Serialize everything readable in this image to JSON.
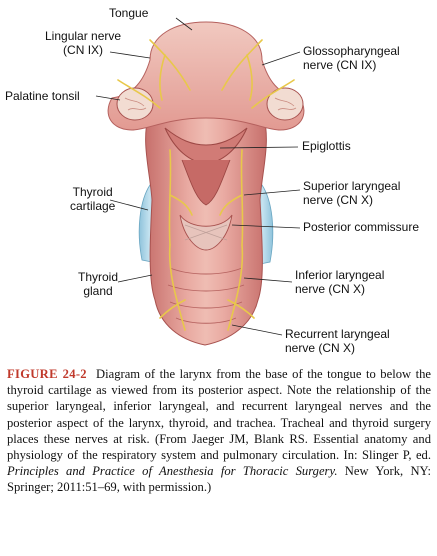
{
  "labels": {
    "tongue": "Tongue",
    "lingular_nerve": [
      "Lingular nerve",
      "(CN IX)"
    ],
    "glossopharyngeal_nerve": [
      "Glossopharyngeal",
      "nerve (CN IX)"
    ],
    "palatine_tonsil": "Palatine tonsil",
    "epiglottis": "Epiglottis",
    "thyroid_cartilage": [
      "Thyroid",
      "cartilage"
    ],
    "superior_laryngeal_nerve": [
      "Superior laryngeal",
      "nerve (CN X)"
    ],
    "posterior_commissure": "Posterior commissure",
    "thyroid_gland": [
      "Thyroid",
      "gland"
    ],
    "inferior_laryngeal_nerve": [
      "Inferior laryngeal",
      "nerve (CN X)"
    ],
    "recurrent_laryngeal_nerve": [
      "Recurrent laryngeal",
      "nerve (CN X)"
    ]
  },
  "caption": {
    "figure_number": "FIGURE 24-2",
    "text_before_italic": "Diagram of the larynx from the base of the tongue to below the thyroid cartilage as viewed from its posterior aspect. Note the relationship of the superior laryngeal, inferior laryngeal, and recurrent laryngeal nerves and the posterior aspect of the larynx, thyroid, and trachea. Tracheal and thyroid surgery places these nerves at risk. (From Jaeger JM, Blank RS. Essential anatomy and physiology of the respiratory system and pulmonary circulation. In: Slinger P, ed.",
    "italic_title": "Principles and Practice of Anesthesia for Thoracic Surgery.",
    "text_after_italic": "New York, NY: Springer; 2011:51–69, with permission.)"
  },
  "colors": {
    "tissue": "#d98a84",
    "tissue_light": "#ecb3aa",
    "tissue_dark": "#b5615e",
    "thyroid": "#a9d3e6",
    "nerve": "#e8c84a",
    "figure_label": "#c0392b"
  }
}
